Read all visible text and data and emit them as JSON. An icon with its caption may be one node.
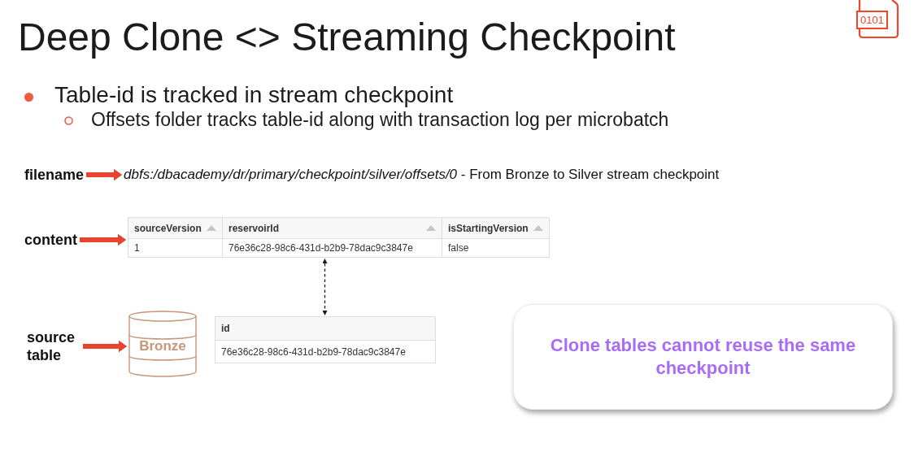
{
  "diagram": {
    "title": "Deep Clone <> Streaming Checkpoint",
    "nodes": [
      {
        "text": [
          "filename"
        ]
      },
      {
        "text": [
          "*dbfs:/dbacademy/dr/primary/checkpoint/silver/offsets/0* - From Bronze to Silver stream checkpoint"
        ]
      },
      {
        "text": [
          "content"
        ]
      },
      {
        "text": [
          "sourceVersion",
          "reservoirId",
          "isStartingVersion",
          "1",
          "76e36c28-98c6-431d-b2b9-78dac9c3847e",
          "false"
        ]
      },
      {
        "text": [
          "source table"
        ]
      },
      {
        "text": [
          "Bronze"
        ]
      },
      {
        "text": [
          "id",
          "76e36c28-98c6-431d-b2b9-78dac9c3847e"
        ]
      },
      {
        "text": [
          "Clone tables cannot reuse the same checkpoint"
        ]
      }
    ],
    "edges": [
      {
        "from": 0,
        "to": 1,
        "arrow": "to"
      },
      {
        "from": 2,
        "to": 3,
        "arrow": "to"
      },
      {
        "from": 4,
        "to": 5,
        "arrow": "to"
      },
      {
        "from": 3,
        "to": 6,
        "arrow": "both",
        "style": "dashed",
        "color": "#1a1a1a"
      }
    ],
    "labels": [
      "0101",
      "Table-id is tracked in stream checkpoint",
      "Offsets folder tracks table-id along with transaction log per microbatch"
    ]
  }
}
